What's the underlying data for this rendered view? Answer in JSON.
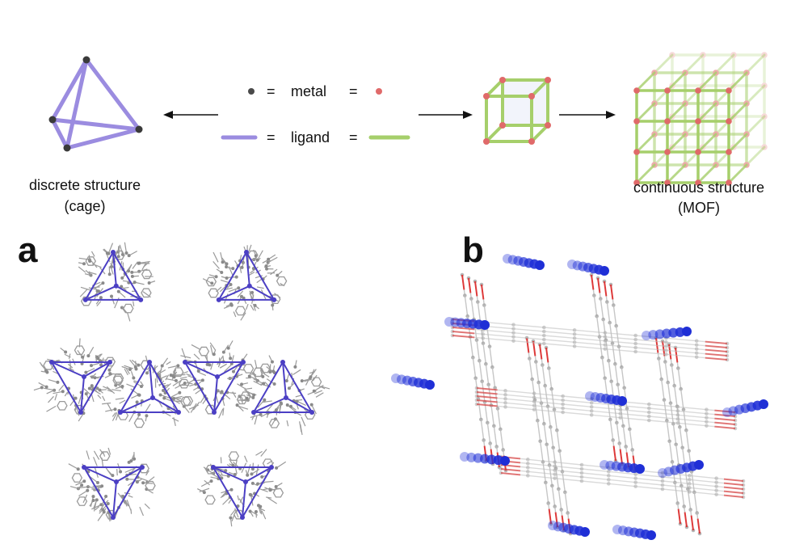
{
  "legend": {
    "metal_label": "metal",
    "ligand_label": "ligand",
    "equals": "=",
    "metal_color_cage": "#4a4a4a",
    "metal_color_mof": "#e06a6a",
    "ligand_color_cage": "#9b8ce0",
    "ligand_color_mof": "#a6cf6b"
  },
  "left": {
    "title_line1": "discrete structure",
    "title_line2": "(cage)"
  },
  "right": {
    "title_line1": "continuous structure",
    "title_line2": "(MOF)"
  },
  "panels": {
    "a_label": "a",
    "b_label": "b"
  },
  "colors": {
    "crystal_gray": "#9a9a9a",
    "crystal_purple": "#4b3fc4",
    "mof_blue": "#1f2fd6",
    "mof_red": "#e02020"
  }
}
